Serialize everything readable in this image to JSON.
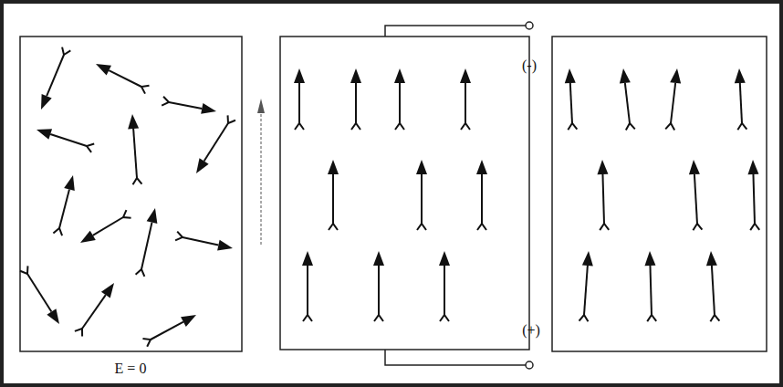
{
  "diagram": {
    "labels": [
      "E = 0",
      "(-)",
      "(+)"
    ]
  }
}
